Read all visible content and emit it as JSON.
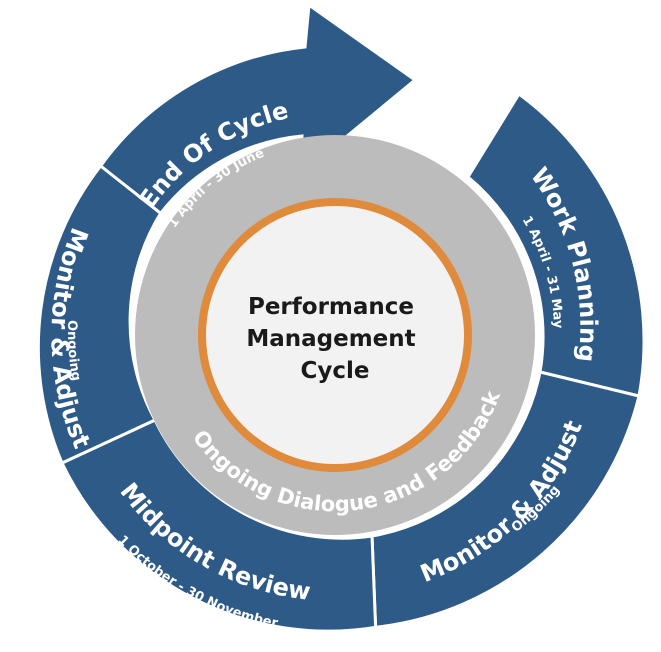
{
  "center": {
    "lines": [
      "Performance",
      "Management",
      "Cycle"
    ]
  },
  "ring_label": "Ongoing Dialogue and Feedback",
  "segments": [
    {
      "id": "end-of-cycle",
      "title": "End Of Cycle",
      "subtitle": "1 April -  30 June"
    },
    {
      "id": "work-planning",
      "title": "Work Planning",
      "subtitle": "1 April - 31 May"
    },
    {
      "id": "monitor-adjust-right",
      "title": "Monitor & Adjust",
      "subtitle": "Ongoing"
    },
    {
      "id": "midpoint-review",
      "title": "Midpoint Review",
      "subtitle": "1 October - 30 November"
    },
    {
      "id": "monitor-adjust-left",
      "title": "Monitor & Adjust",
      "subtitle": "Ongoing"
    }
  ],
  "colors": {
    "segment": "#2e5a88",
    "divider": "#ffffff",
    "gray_ring": "#bcbcbc",
    "orange_ring": "#e08a3c",
    "center_fill": "#f2f2f2",
    "text_dark": "#1a1a1a"
  }
}
